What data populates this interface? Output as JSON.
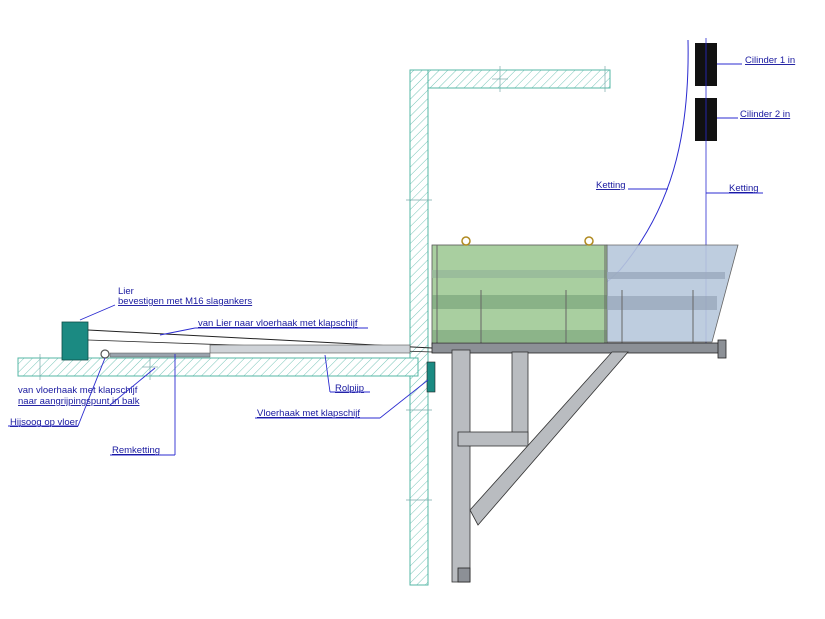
{
  "labels": {
    "cilinder1": "Cilinder 1 in",
    "cilinder2": "Cilinder 2 in",
    "ketting_left": "Ketting",
    "ketting_right": "Ketting",
    "lier_line1": "Lier",
    "lier_line2": "bevestigen met M16 slagankers",
    "lier_vloerhaak": "van Lier naar vloerhaak met klapschijf",
    "vloerhaak_line1": "van vloerhaak met klapschijf",
    "vloerhaak_line2": "naar aangrijpingspunt in balk",
    "hijsoog": "Hijsoog op vloer",
    "remketting": "Remketting",
    "rolpijp": "Rolpijp",
    "vloerhaak_klapschijf": "Vloerhaak met klapschijf"
  },
  "colors": {
    "hatch": "#54b7a6",
    "annotation": "#1a1aa0",
    "platform_green": "#a9cfa0",
    "platform_blue": "#b8c8dc",
    "winch": "#1b8a82",
    "cylinder": "#111111"
  }
}
